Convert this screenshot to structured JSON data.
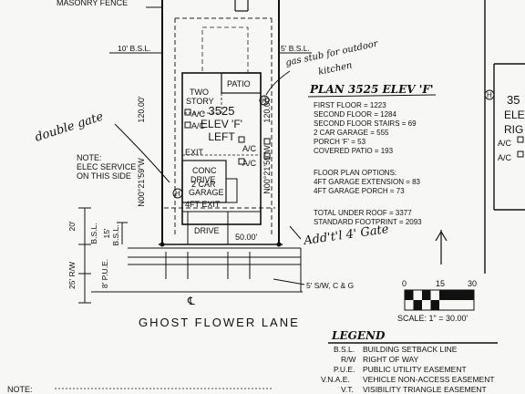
{
  "top_left_label": "MASONRY FENCE",
  "setbacks": {
    "left": "10' B.S.L.",
    "right": "5' B.S.L."
  },
  "lot_dims": {
    "depth_left": "120.00'",
    "depth_right": "120.00'",
    "bearing_left": "N00°21'59\"W",
    "bearing_right": "N00°21'59\"W",
    "front": "50.00'"
  },
  "rooms": {
    "two_story": [
      "TWO",
      "STORY"
    ],
    "patio": "PATIO",
    "plan_id": "3525",
    "elev": "ELEV 'F'",
    "side": "LEFT",
    "ac": "A/C",
    "exit": "EXIT",
    "conc_drive": [
      "CONC",
      "DRIVE"
    ],
    "car_garage": [
      "2 CAR",
      "GARAGE"
    ],
    "garage_exit": "4FT EXIT",
    "drive": "DRIVE",
    "h_marker": "H"
  },
  "annotations": {
    "outdoor_kitchen": [
      "gas stub for outdoor",
      "kitchen"
    ],
    "double_gate": "double gate",
    "add_gate": "Add't'l 4' Gate"
  },
  "note": [
    "NOTE:",
    "ELEC SERVICE",
    "ON THIS SIDE"
  ],
  "plan_info": {
    "title": "PLAN 3525 ELEV 'F'",
    "lines": [
      "FIRST FLOOR = 1223",
      "SECOND FLOOR = 1284",
      "SECOND FLOOR STAIRS = 69",
      "2 CAR GARAGE = 555",
      "PORCH 'F' = 53",
      "COVERED PATIO = 193"
    ],
    "options_title": "FLOOR PLAN OPTIONS:",
    "options": [
      "4FT GARAGE EXTENSION = 83",
      "4FT GARAGE PORCH = 73"
    ],
    "totals": [
      "TOTAL UNDER ROOF = 3377",
      "STANDARD FOOTPRINT = 2093"
    ]
  },
  "right_lot": {
    "plan": "35",
    "elev": "ELEV",
    "side": "RIG",
    "ac": "A/C"
  },
  "front_dims": {
    "bsl_20": "20'",
    "bsl_label": "B.S.L.",
    "bsl_15": "15'",
    "pue": "8' P.U.E.",
    "rw": "25' R/W",
    "sidewalk": "5' S/W, C & G"
  },
  "street": "GHOST FLOWER LANE",
  "scale": {
    "ticks": [
      "0",
      "15",
      "30"
    ],
    "label": "SCALE: 1\" = 30.00'"
  },
  "legend": {
    "title": "LEGEND",
    "items": [
      {
        "abbr": "B.S.L.",
        "desc": "BUILDING SETBACK LINE"
      },
      {
        "abbr": "R/W",
        "desc": "RIGHT OF WAY"
      },
      {
        "abbr": "P.U.E.",
        "desc": "PUBLIC UTILITY EASEMENT"
      },
      {
        "abbr": "V.N.A.E.",
        "desc": "VEHICLE NON-ACCESS EASEMENT"
      },
      {
        "abbr": "V.T.",
        "desc": "VISIBILITY TRIANGLE EASEMENT"
      }
    ]
  },
  "bottom_note": "NOTE:"
}
